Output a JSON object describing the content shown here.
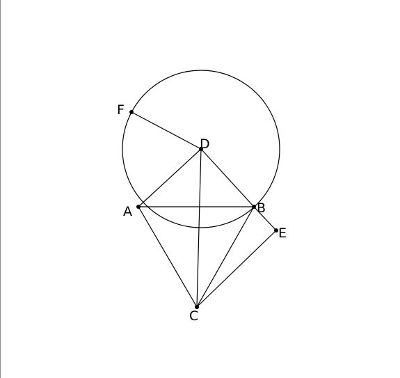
{
  "points": {
    "A": {
      "label": "A"
    },
    "B": {
      "label": "B"
    },
    "C": {
      "label": "C"
    },
    "D": {
      "label": "D"
    },
    "E": {
      "label": "E"
    },
    "F": {
      "label": "F"
    }
  },
  "segments": [
    "AB",
    "AD",
    "DB",
    "BE",
    "AC",
    "BC",
    "DC",
    "CE",
    "DF"
  ],
  "circle": {
    "center": "D",
    "through": "F"
  },
  "colors": {
    "stroke": "#000000",
    "background": "#ffffff"
  }
}
